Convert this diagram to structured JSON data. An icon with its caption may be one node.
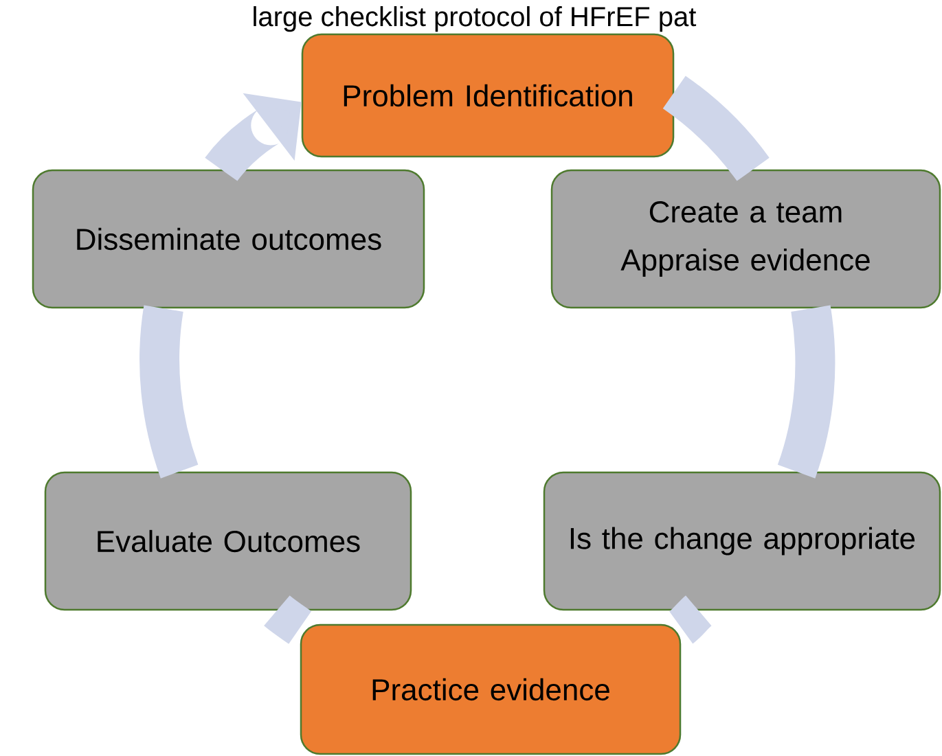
{
  "diagram": {
    "nodes": [
      {
        "text": [
          "Problem Identification"
        ]
      },
      {
        "text": [
          "Create a team",
          "Appraise evidence"
        ]
      },
      {
        "text": [
          "Disseminate outcomes"
        ]
      },
      {
        "text": [
          "Evaluate Outcomes"
        ]
      },
      {
        "text": [
          "Is the change appropriate"
        ]
      },
      {
        "text": [
          "Practice evidence"
        ]
      }
    ],
    "edges": [
      {
        "from": 0,
        "to": 1,
        "arrow": "none"
      },
      {
        "from": 1,
        "to": 4,
        "arrow": "none"
      },
      {
        "from": 4,
        "to": 5,
        "arrow": "none"
      },
      {
        "from": 5,
        "to": 3,
        "arrow": "none"
      },
      {
        "from": 3,
        "to": 2,
        "arrow": "none"
      },
      {
        "from": 2,
        "to": 0,
        "arrow": "to"
      }
    ],
    "labels": [
      "large checklist protocol of HFrEF pat"
    ]
  }
}
